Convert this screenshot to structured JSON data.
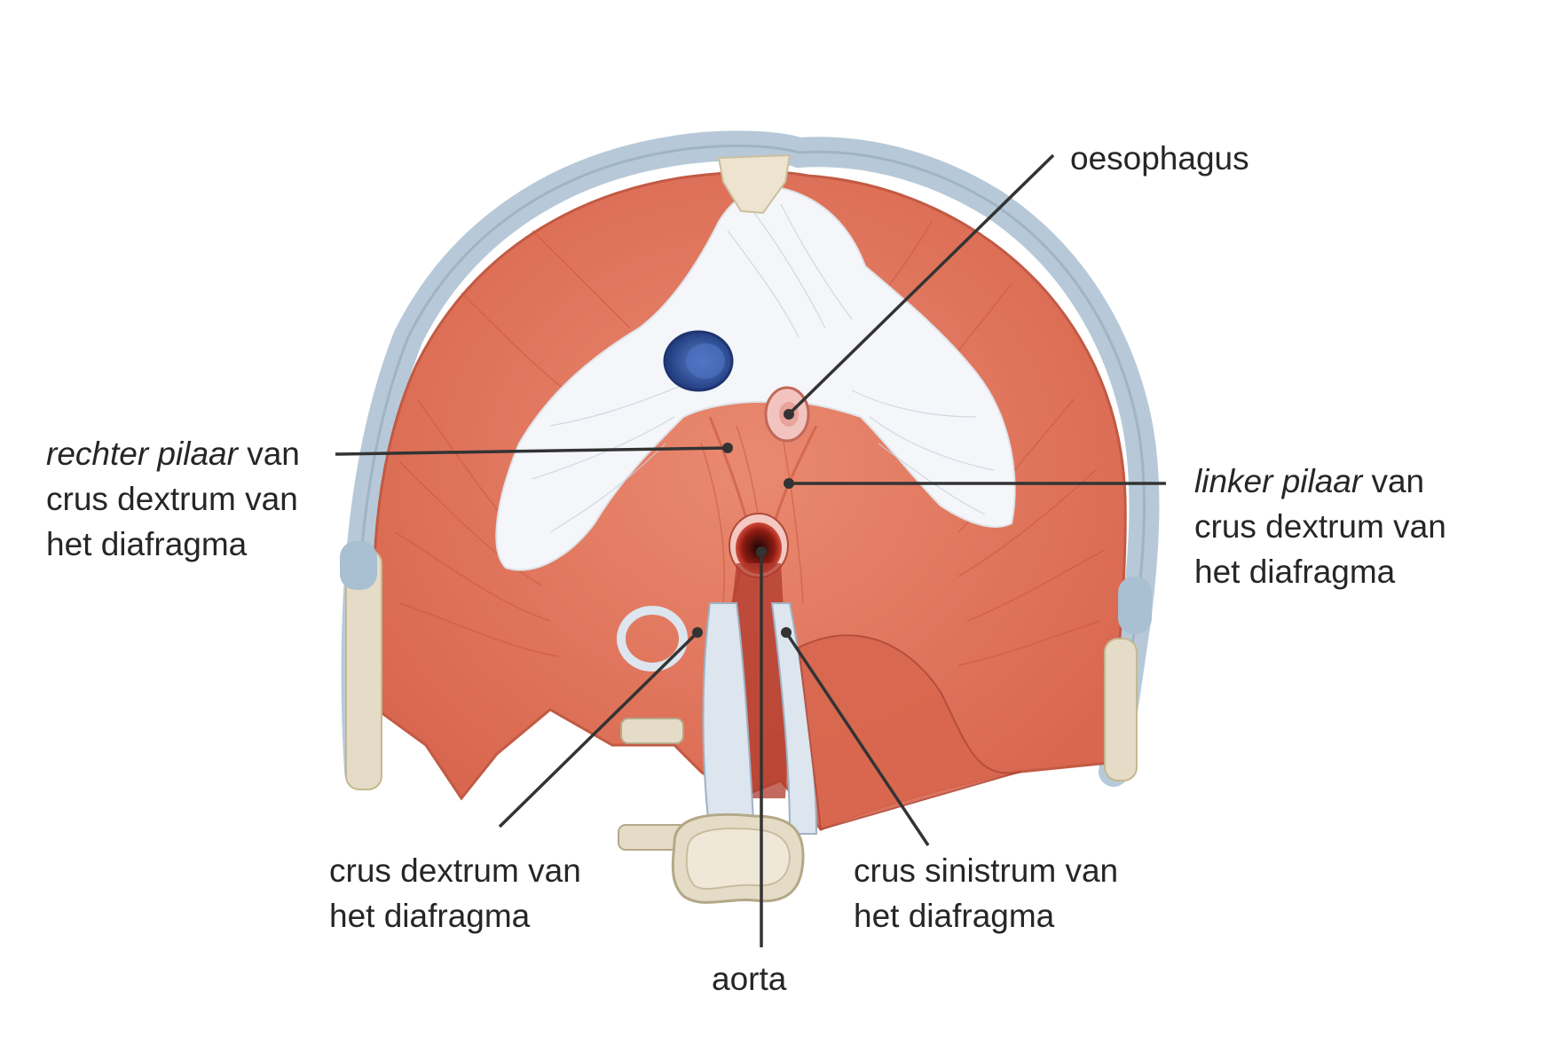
{
  "diagram": {
    "subject": "Diafragma (inferior view) with crura, oesophagus and aorta",
    "colors": {
      "muscle": "#e07a62",
      "muscle_dark": "#c9553f",
      "tendon": "#f4f6f9",
      "cartilage": "#b8cad9",
      "bone": "#e5dcc7",
      "vein": "#3a5da8",
      "aorta": "#c0392b",
      "leader": "#333333",
      "text": "#262626"
    }
  },
  "labels": {
    "oesophagus": {
      "line1": "oesophagus"
    },
    "right_pillar": {
      "italic": "rechter pilaar",
      "rest1": " van",
      "line2": "crus dextrum van",
      "line3": "het diafragma"
    },
    "left_pillar": {
      "italic": "linker pilaar",
      "rest1": " van",
      "line2": "crus dextrum van",
      "line3": "het diafragma"
    },
    "crus_dextrum": {
      "line1": "crus dextrum van",
      "line2": "het diafragma"
    },
    "crus_sinistrum": {
      "line1": "crus sinistrum van",
      "line2": "het diafragma"
    },
    "aorta": {
      "line1": "aorta"
    }
  }
}
